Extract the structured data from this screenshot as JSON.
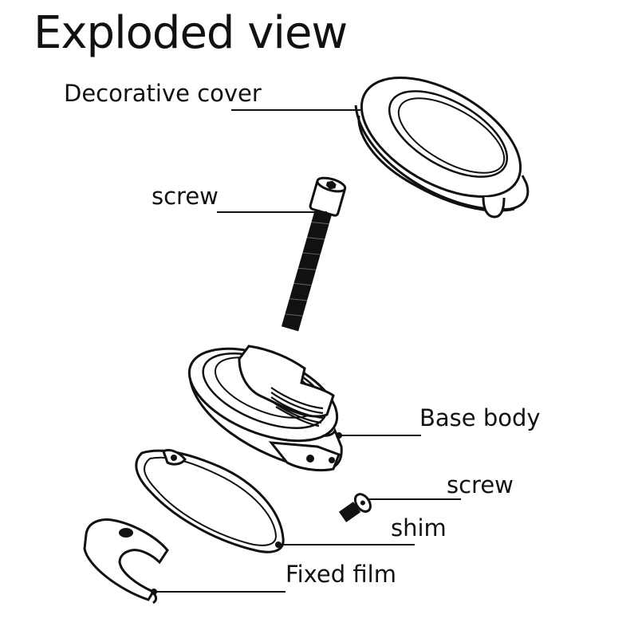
{
  "diagram": {
    "title": "Exploded view",
    "labels": {
      "decorative_cover": "Decorative cover",
      "screw_long": "screw",
      "base_body": "Base body",
      "screw_short": "screw",
      "shim": "shim",
      "fixed_film": "Fixed film"
    },
    "colors": {
      "ink": "#111111",
      "background": "#ffffff"
    }
  }
}
